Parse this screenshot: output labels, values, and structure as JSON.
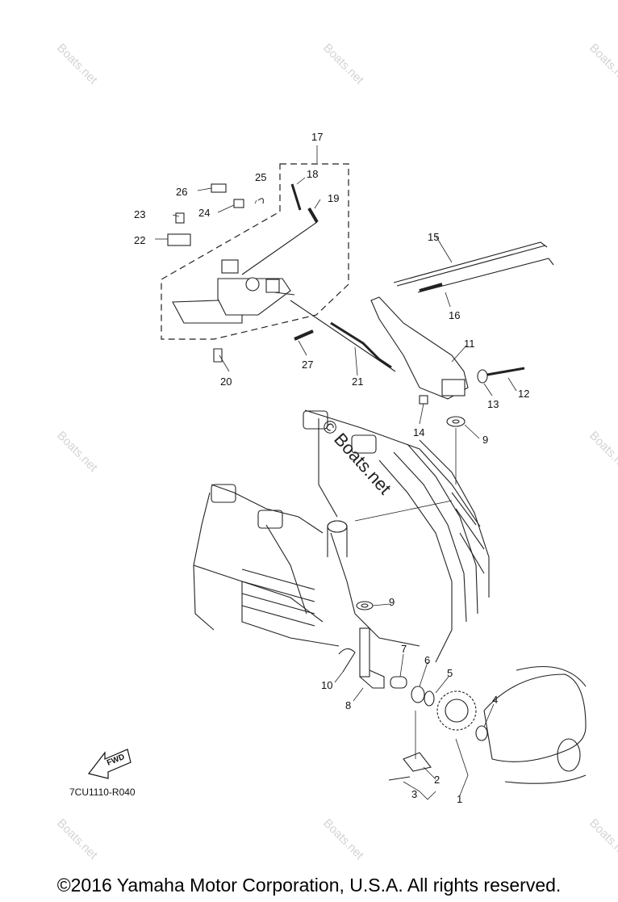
{
  "diagram": {
    "part_numbers": [
      "1",
      "2",
      "3",
      "4",
      "5",
      "6",
      "7",
      "8",
      "9",
      "9",
      "10",
      "11",
      "12",
      "13",
      "14",
      "15",
      "16",
      "17",
      "18",
      "19",
      "20",
      "21",
      "22",
      "23",
      "24",
      "25",
      "26",
      "27"
    ],
    "diagram_code": "7CU1110-R040",
    "fwd_label": "FWD",
    "watermark_corner": "Boats.net",
    "watermark_center": "© Boats.net",
    "copyright": "©2016 Yamaha Motor Corporation, U.S.A. All rights reserved."
  }
}
